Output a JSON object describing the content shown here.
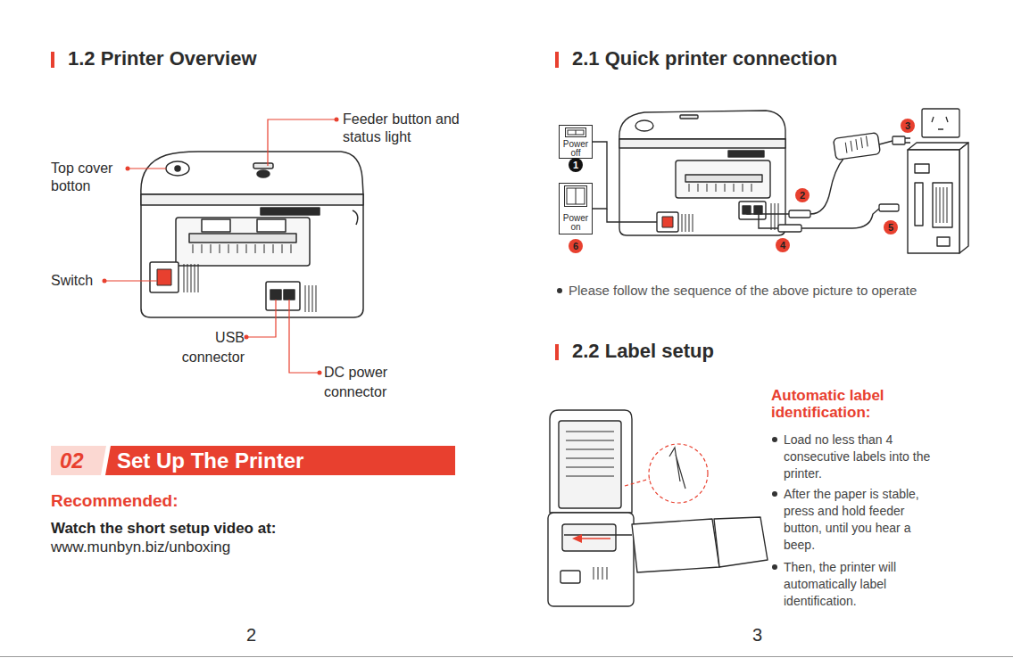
{
  "diagram": {
    "nodes": [
      {
        "text": [
          "02",
          "Set Up The Printer"
        ]
      },
      {
        "text": [
          "Power off"
        ]
      },
      {
        "text": [
          "1"
        ]
      },
      {
        "text": [
          "3"
        ]
      },
      {
        "text": [
          "2"
        ]
      },
      {
        "text": [
          "Power on"
        ]
      },
      {
        "text": [
          "6"
        ]
      },
      {
        "text": [
          "4"
        ]
      },
      {
        "text": [
          "5"
        ]
      }
    ],
    "edges": [
      {
        "from": 1,
        "to": 5,
        "arrow": "none"
      }
    ],
    "labels": [
      "1.2 Printer Overview",
      "Feeder button and status light",
      "Top cover botton",
      "Switch",
      "USB connector",
      "DC power connector",
      "Recommended:",
      "Watch the short setup video at:",
      "www.munbyn.biz/unboxing",
      "2",
      "2.1 Quick printer connection",
      "Please follow the sequence of the above picture to operate",
      "2.2 Label setup",
      "Automatic label identification:",
      "Load no less than 4 consecutive labels into the printer.",
      "After the paper is stable, press and hold feeder button, until you hear a beep.",
      "Then, the printer will automatically label identification.",
      "3"
    ]
  }
}
